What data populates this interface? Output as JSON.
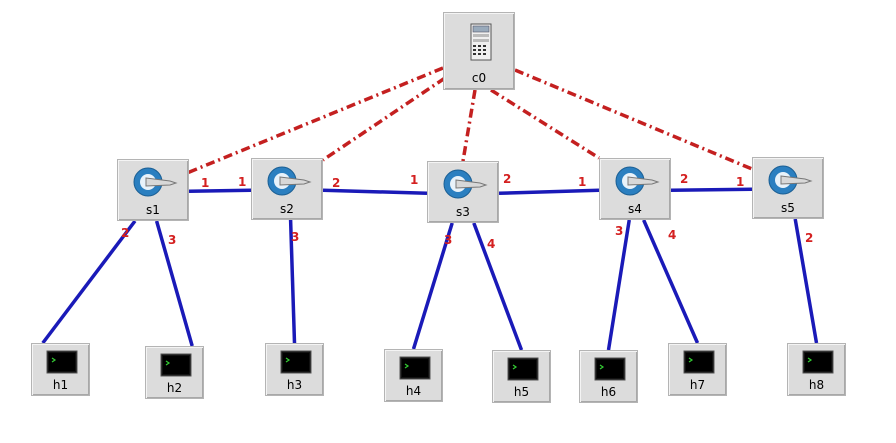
{
  "controller": {
    "label": "c0",
    "icon": "server-icon"
  },
  "switches": [
    {
      "id": "s1",
      "label": "s1",
      "icon": "switch-icon"
    },
    {
      "id": "s2",
      "label": "s2",
      "icon": "switch-icon"
    },
    {
      "id": "s3",
      "label": "s3",
      "icon": "switch-icon"
    },
    {
      "id": "s4",
      "label": "s4",
      "icon": "switch-icon"
    },
    {
      "id": "s5",
      "label": "s5",
      "icon": "switch-icon"
    }
  ],
  "hosts": [
    {
      "id": "h1",
      "label": "h1",
      "icon": "terminal-icon"
    },
    {
      "id": "h2",
      "label": "h2",
      "icon": "terminal-icon"
    },
    {
      "id": "h3",
      "label": "h3",
      "icon": "terminal-icon"
    },
    {
      "id": "h4",
      "label": "h4",
      "icon": "terminal-icon"
    },
    {
      "id": "h5",
      "label": "h5",
      "icon": "terminal-icon"
    },
    {
      "id": "h6",
      "label": "h6",
      "icon": "terminal-icon"
    },
    {
      "id": "h7",
      "label": "h7",
      "icon": "terminal-icon"
    },
    {
      "id": "h8",
      "label": "h8",
      "icon": "terminal-icon"
    }
  ],
  "switch_links": [
    {
      "from": "s1",
      "to": "s2",
      "from_port": "1",
      "to_port": "1"
    },
    {
      "from": "s2",
      "to": "s3",
      "from_port": "2",
      "to_port": "1"
    },
    {
      "from": "s3",
      "to": "s4",
      "from_port": "2",
      "to_port": "1"
    },
    {
      "from": "s4",
      "to": "s5",
      "from_port": "2",
      "to_port": "1"
    }
  ],
  "host_links": [
    {
      "switch": "s1",
      "host": "h1",
      "port": "2"
    },
    {
      "switch": "s1",
      "host": "h2",
      "port": "3"
    },
    {
      "switch": "s2",
      "host": "h3",
      "port": "3"
    },
    {
      "switch": "s3",
      "host": "h4",
      "port": "3"
    },
    {
      "switch": "s3",
      "host": "h5",
      "port": "4"
    },
    {
      "switch": "s4",
      "host": "h6",
      "port": "3"
    },
    {
      "switch": "s4",
      "host": "h7",
      "port": "4"
    },
    {
      "switch": "s5",
      "host": "h8",
      "port": "2"
    }
  ],
  "controller_links": [
    "s1",
    "s2",
    "s3",
    "s4",
    "s5"
  ],
  "colors": {
    "data_link": "#1a1ab8",
    "control_link": "#c42020",
    "port_label": "#d42020",
    "node_bg": "#dcdcdc"
  }
}
